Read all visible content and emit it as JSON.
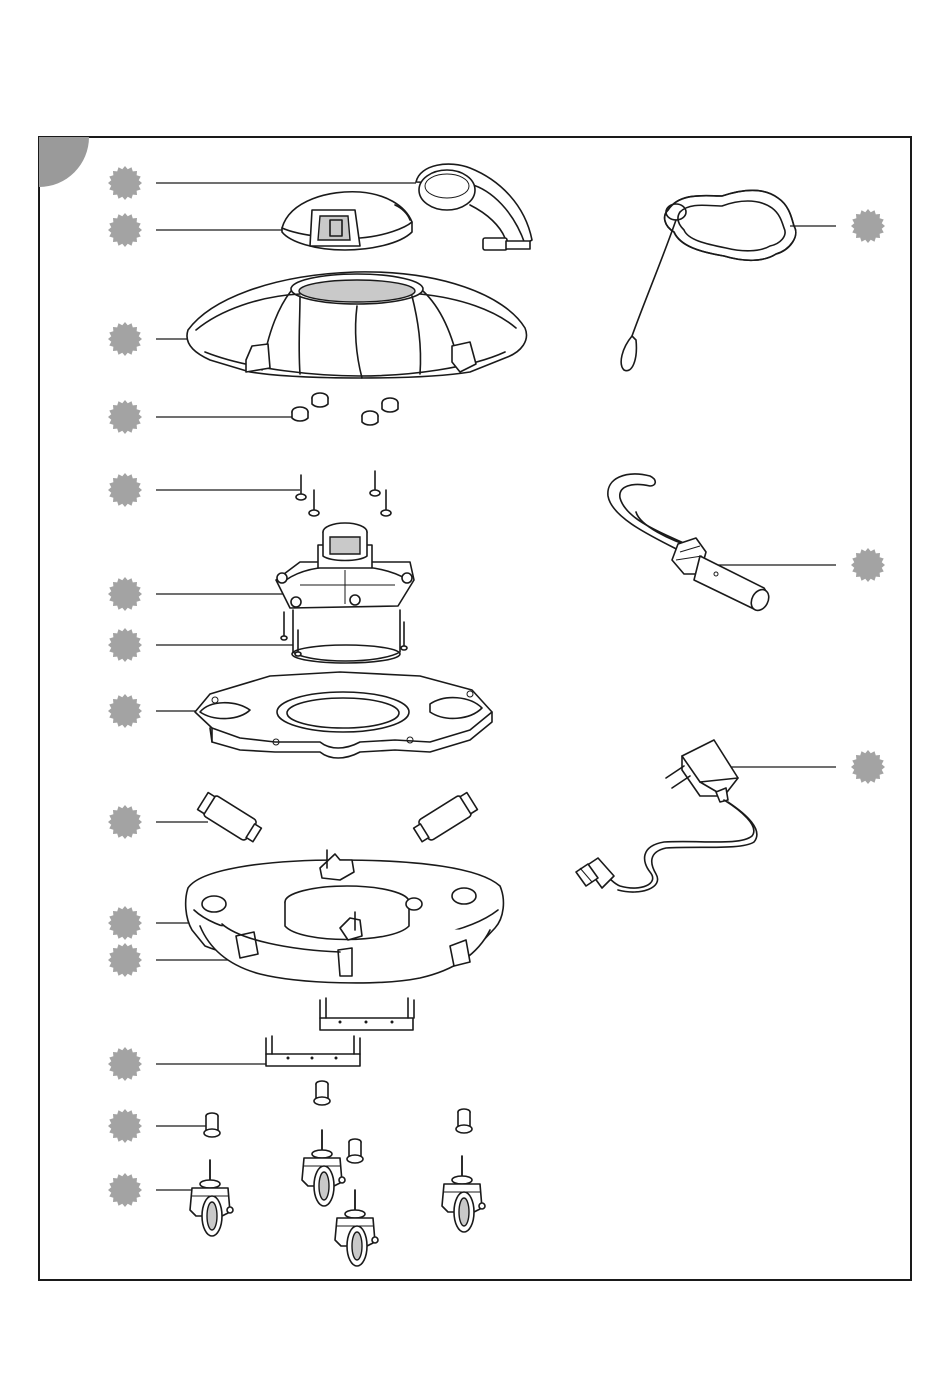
{
  "figure": {
    "badge_color": "#a3a3a3",
    "line_color": "#1a1a1a",
    "background": "#ffffff",
    "parts": [
      {
        "id": "float-cap",
        "side": "left"
      },
      {
        "id": "float-holder",
        "side": "left"
      },
      {
        "id": "top-cover",
        "side": "left"
      },
      {
        "id": "cover-plugs",
        "side": "left"
      },
      {
        "id": "screws-upper",
        "side": "left"
      },
      {
        "id": "pump-motor",
        "side": "left"
      },
      {
        "id": "filter-cartridge",
        "side": "left"
      },
      {
        "id": "mounting-plate",
        "side": "left"
      },
      {
        "id": "side-filters",
        "side": "left"
      },
      {
        "id": "base-housing",
        "side": "left"
      },
      {
        "id": "base-clips",
        "side": "left"
      },
      {
        "id": "brush-strips",
        "side": "left"
      },
      {
        "id": "wheel-bushings",
        "side": "left"
      },
      {
        "id": "caster-wheels",
        "side": "left"
      },
      {
        "id": "cleaning-cord",
        "side": "right"
      },
      {
        "id": "power-connector",
        "side": "right"
      },
      {
        "id": "power-adapter",
        "side": "right"
      }
    ]
  }
}
